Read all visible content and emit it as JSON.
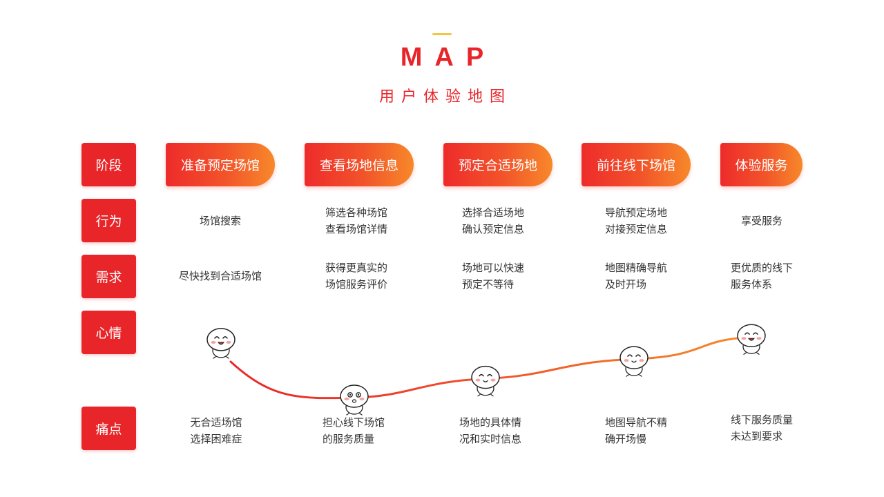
{
  "title": {
    "main": "MAP",
    "sub": "用户体验地图"
  },
  "rows": {
    "stage": "阶段",
    "behavior": "行为",
    "need": "需求",
    "mood": "心情",
    "pain": "痛点"
  },
  "stages": [
    {
      "name": "准备预定场馆",
      "behavior": "场馆搜索",
      "need": "尽快找到合适场馆",
      "pain": "无合适场馆\n选择困难症",
      "mood_level": 0.72
    },
    {
      "name": "查看场地信息",
      "behavior": "筛选各种场馆\n查看场馆详情",
      "need": "获得更真实的\n场馆服务评价",
      "pain": "担心线下场馆\n的服务质量",
      "mood_level": 0.0
    },
    {
      "name": "预定合适场地",
      "behavior": "选择合适场地\n确认预定信息",
      "need": "场地可以快速\n预定不等待",
      "pain": "场地的具体情\n况和实时信息",
      "mood_level": 0.24
    },
    {
      "name": "前往线下场馆",
      "behavior": "导航预定场地\n对接预定信息",
      "need": "地图精确导航\n及时开场",
      "pain": "地图导航不精\n确开场慢",
      "mood_level": 0.49
    },
    {
      "name": "体验服务",
      "behavior": "享受服务",
      "need": "更优质的线下\n服务体系",
      "pain": "线下服务质量\n未达到要求",
      "mood_level": 0.77
    }
  ],
  "colors": {
    "primary": "#e8262a",
    "gradient_end": "#f7892a",
    "accent": "#f5c542"
  },
  "icons": [
    "bun-face-icon"
  ]
}
